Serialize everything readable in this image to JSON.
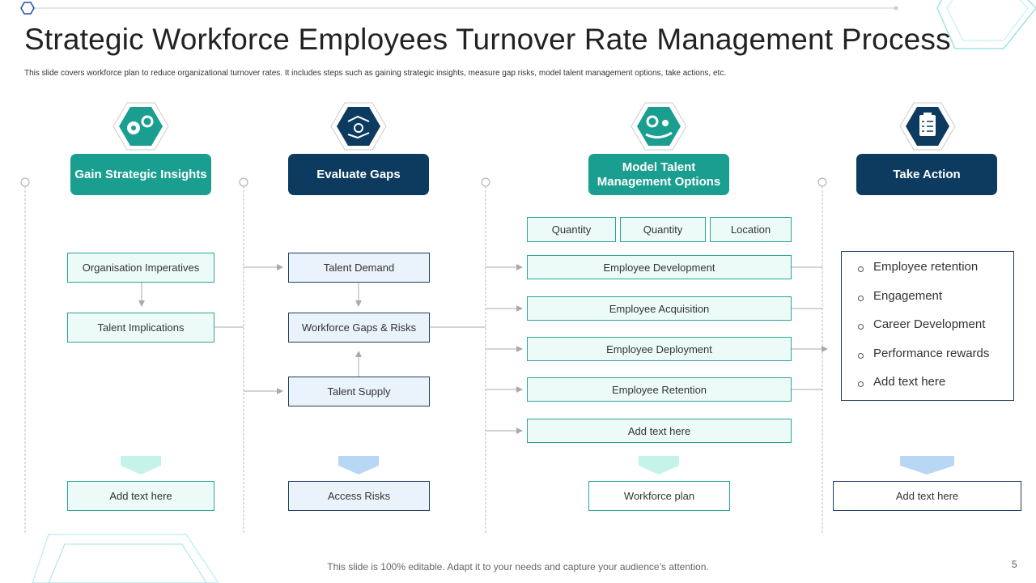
{
  "title": "Strategic Workforce Employees Turnover Rate Management Process",
  "subtitle": "This slide covers workforce plan to reduce organizational turnover rates. It includes steps such as gaining strategic insights, measure gap risks, model talent management options, take actions, etc.",
  "footer": "This slide is 100% editable. Adapt it to your needs and capture your audience’s attention.",
  "page_number": "5",
  "colors": {
    "teal": "#1a9e8f",
    "navy": "#0d3b5f",
    "light_teal": "#edfbf8",
    "light_blue": "#eaf3fb"
  },
  "columns": [
    {
      "header": "Gain Strategic Insights",
      "icon": "head-gears-icon",
      "items": [
        "Organisation Imperatives",
        "Talent Implications"
      ],
      "bottom": "Add text here"
    },
    {
      "header": "Evaluate Gaps",
      "icon": "handshake-search-icon",
      "items": [
        "Talent Demand",
        "Workforce Gaps & Risks",
        "Talent Supply"
      ],
      "bottom": "Access Risks"
    },
    {
      "header": "Model Talent Management Options",
      "icon": "gear-people-hand-icon",
      "tags": [
        "Quantity",
        "Quantity",
        "Location"
      ],
      "items": [
        "Employee Development",
        "Employee Acquisition",
        "Employee Deployment",
        "Employee Retention",
        "Add text here"
      ],
      "bottom": "Workforce plan"
    },
    {
      "header": "Take Action",
      "icon": "clipboard-checklist-icon",
      "list": [
        "Employee retention",
        "Engagement",
        "Career Development",
        "Performance rewards",
        "Add text here"
      ],
      "bottom": "Add text here"
    }
  ]
}
